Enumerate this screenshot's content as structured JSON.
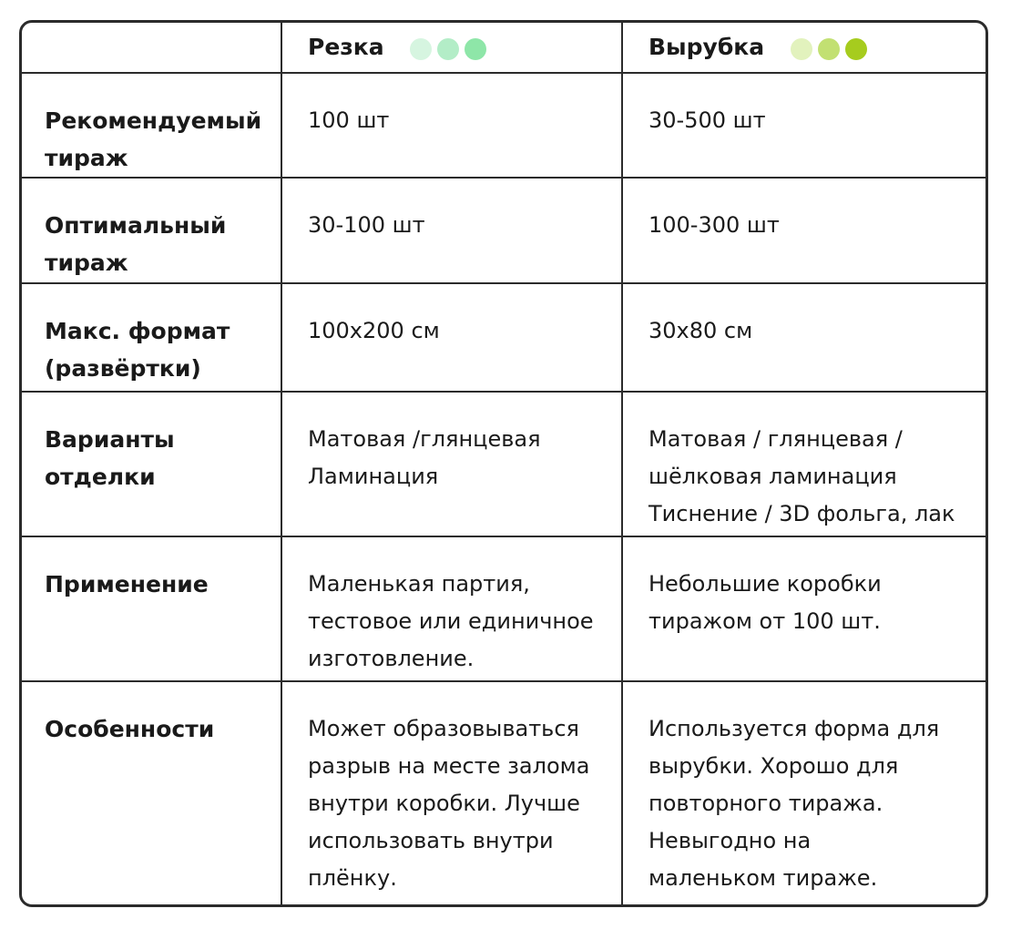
{
  "header": {
    "col1": "Резка",
    "col2": "Вырубка",
    "col1_dots": [
      "#d6f5e0",
      "#b3edc7",
      "#8ee6a8"
    ],
    "col2_dots": [
      "#e2f2bd",
      "#c2e072",
      "#a6cc1e"
    ]
  },
  "rows": [
    {
      "label": "Рекомендуемый\nтираж",
      "rezka": "100 шт",
      "vyrubka": "30-500 шт"
    },
    {
      "label": "Оптимальный\nтираж",
      "rezka": "30-100 шт",
      "vyrubka": "100-300 шт"
    },
    {
      "label": "Макс. формат\n(развёртки)",
      "rezka": "100х200 см",
      "vyrubka": "30х80 см"
    },
    {
      "label": "Варианты\nотделки",
      "rezka": "Матовая /глянцевая\nЛаминация",
      "vyrubka": "Матовая / глянцевая /\nшёлковая ламинация\nТиснение / 3D фольга, лак"
    },
    {
      "label": "Применение",
      "rezka": "Маленькая партия,\nтестовое или единичное\nизготовление.",
      "vyrubka": "Небольшие коробки\nтиражом от 100 шт."
    },
    {
      "label": "Особенности",
      "rezka": "Может образовываться\nразрыв на месте залома\nвнутри коробки. Лучше\nиспользовать внутри\nплёнку.",
      "vyrubka": "Используется форма для\nвырубки. Хорошо для\nповторного тиража.\nНевыгодно на\nмаленьком тираже."
    }
  ]
}
